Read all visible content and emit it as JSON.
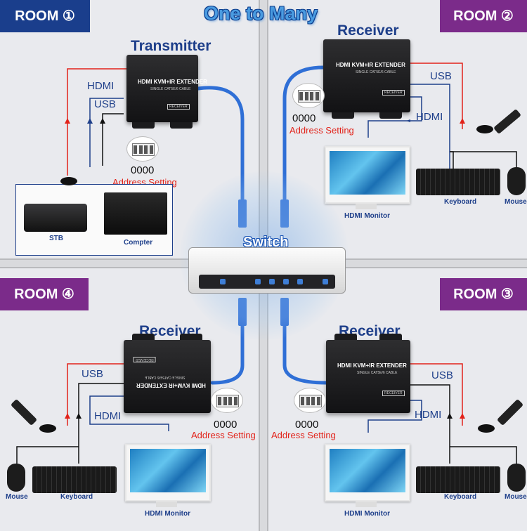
{
  "headline": "One to Many",
  "rooms": {
    "room1": "ROOM ①",
    "room2": "ROOM ②",
    "room3": "ROOM ③",
    "room4": "ROOM ④"
  },
  "switch_label": "Switch",
  "transmitter": {
    "title": "Transmitter",
    "device_name": "HDMI KVM+IR EXTENDER",
    "device_sub": "SINGLE CAT5E/6 CABLE",
    "device_badge": "RECEIVER",
    "hdmi": "HDMI",
    "usb": "USB",
    "code": "0000",
    "address": "Address Setting",
    "stb": "STB",
    "computer": "Compter"
  },
  "receiver2": {
    "title": "Receiver",
    "device_name": "HDMI KVM+IR EXTENDER",
    "device_sub": "SINGLE CAT5E/6 CABLE",
    "device_badge": "RECEIVER",
    "usb": "USB",
    "hdmi": "HDMI",
    "code": "0000",
    "address": "Address Setting",
    "monitor": "HDMI Monitor",
    "keyboard": "Keyboard",
    "mouse": "Mouse"
  },
  "receiver3": {
    "title": "Receiver",
    "device_name": "HDMI KVM+IR EXTENDER",
    "device_sub": "SINGLE CAT5E/6 CABLE",
    "device_badge": "RECEIVER",
    "usb": "USB",
    "hdmi": "HDMI",
    "code": "0000",
    "address": "Address Setting",
    "monitor": "HDMI Monitor",
    "keyboard": "Keyboard",
    "mouse": "Mouse"
  },
  "receiver4": {
    "title": "Receiver",
    "device_name": "HDMI KVM+IR EXTENDER",
    "device_sub": "SINGLE CAT5E/6 CABLE",
    "device_badge": "RECEIVER",
    "usb": "USB",
    "hdmi": "HDMI",
    "code": "0000",
    "address": "Address Setting",
    "monitor": "HDMI Monitor",
    "keyboard": "Keyboard",
    "mouse": "Mouse"
  },
  "colors": {
    "room_blue": "#1a3e8c",
    "room_purple": "#7b2b8a",
    "cable_red": "#e2231a",
    "cable_blue": "#1e3f8a",
    "lan_blue": "#2f6fd6"
  }
}
